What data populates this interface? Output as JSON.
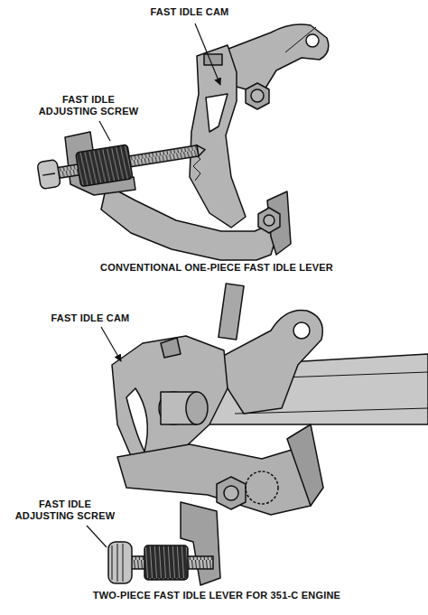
{
  "diagram": {
    "labels": [
      "FAST IDLE CAM",
      "FAST IDLE ADJUSTING SCREW",
      "CONVENTIONAL ONE-PIECE FAST IDLE LEVER",
      "FAST IDLE CAM",
      "FAST IDLE ADJUSTING SCREW",
      "TWO-PIECE FAST IDLE LEVER FOR 351-C ENGINE"
    ]
  }
}
